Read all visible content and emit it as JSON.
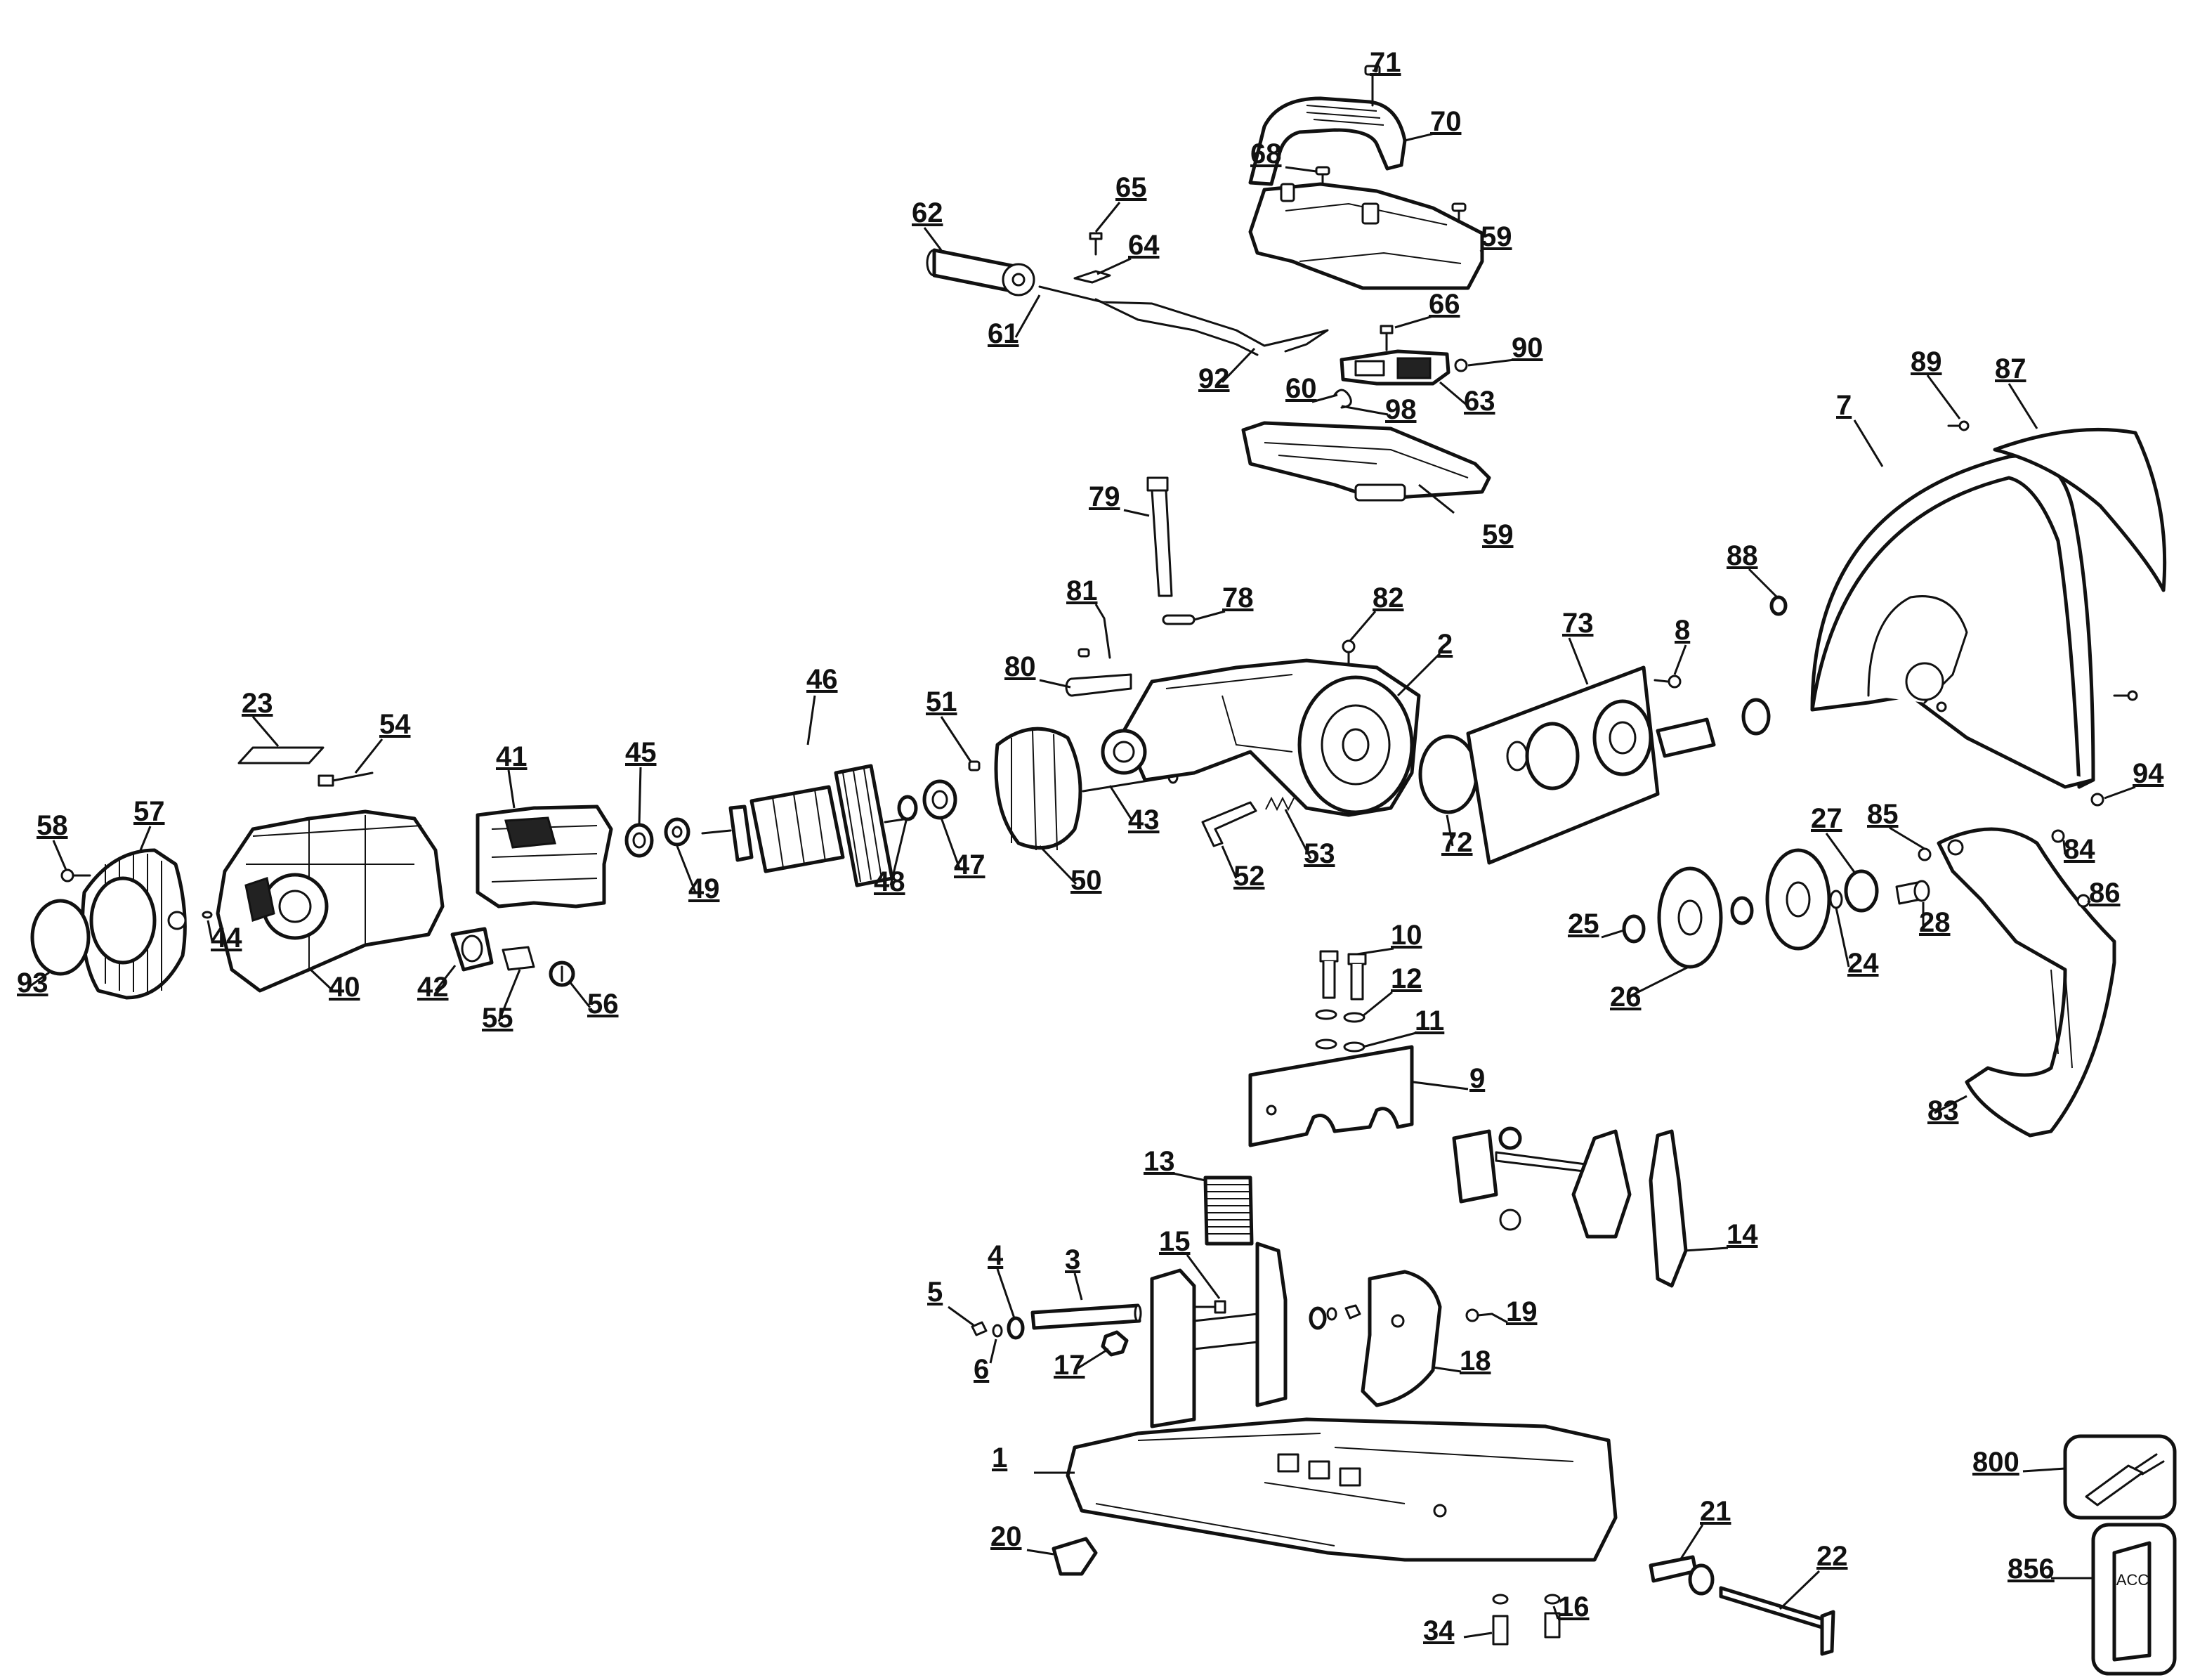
{
  "callouts": [
    "1",
    "2",
    "3",
    "4",
    "5",
    "6",
    "7",
    "8",
    "9",
    "10",
    "11",
    "12",
    "13",
    "14",
    "15",
    "16",
    "17",
    "18",
    "19",
    "20",
    "21",
    "22",
    "23",
    "24",
    "25",
    "26",
    "27",
    "28",
    "34",
    "40",
    "41",
    "42",
    "43",
    "44",
    "45",
    "46",
    "47",
    "48",
    "49",
    "50",
    "51",
    "52",
    "53",
    "54",
    "55",
    "56",
    "57",
    "58",
    "59",
    "60",
    "61",
    "62",
    "63",
    "64",
    "65",
    "66",
    "68",
    "70",
    "71",
    "72",
    "73",
    "78",
    "79",
    "80",
    "81",
    "82",
    "83",
    "84",
    "85",
    "86",
    "87",
    "88",
    "89",
    "90",
    "92",
    "93",
    "94",
    "98",
    "800",
    "856"
  ],
  "accessory_box_text": "ACC"
}
